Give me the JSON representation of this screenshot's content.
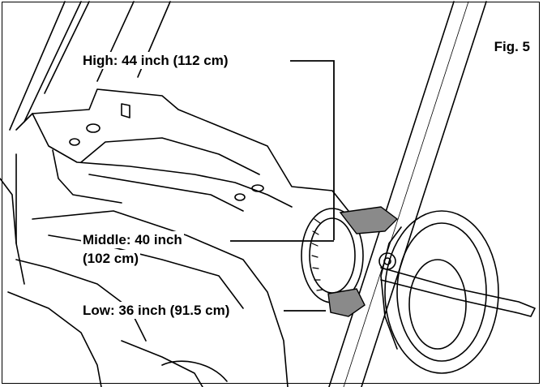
{
  "figure": {
    "label": "Fig. 5"
  },
  "callouts": {
    "high": "High: 44 inch (112 cm)",
    "middle_line1": "Middle: 40 inch",
    "middle_line2": "(102 cm)",
    "low": "Low: 36 inch (91.5 cm)"
  },
  "colors": {
    "line": "#000000",
    "bracket_fill": "#8a8a8a",
    "background": "#ffffff"
  }
}
